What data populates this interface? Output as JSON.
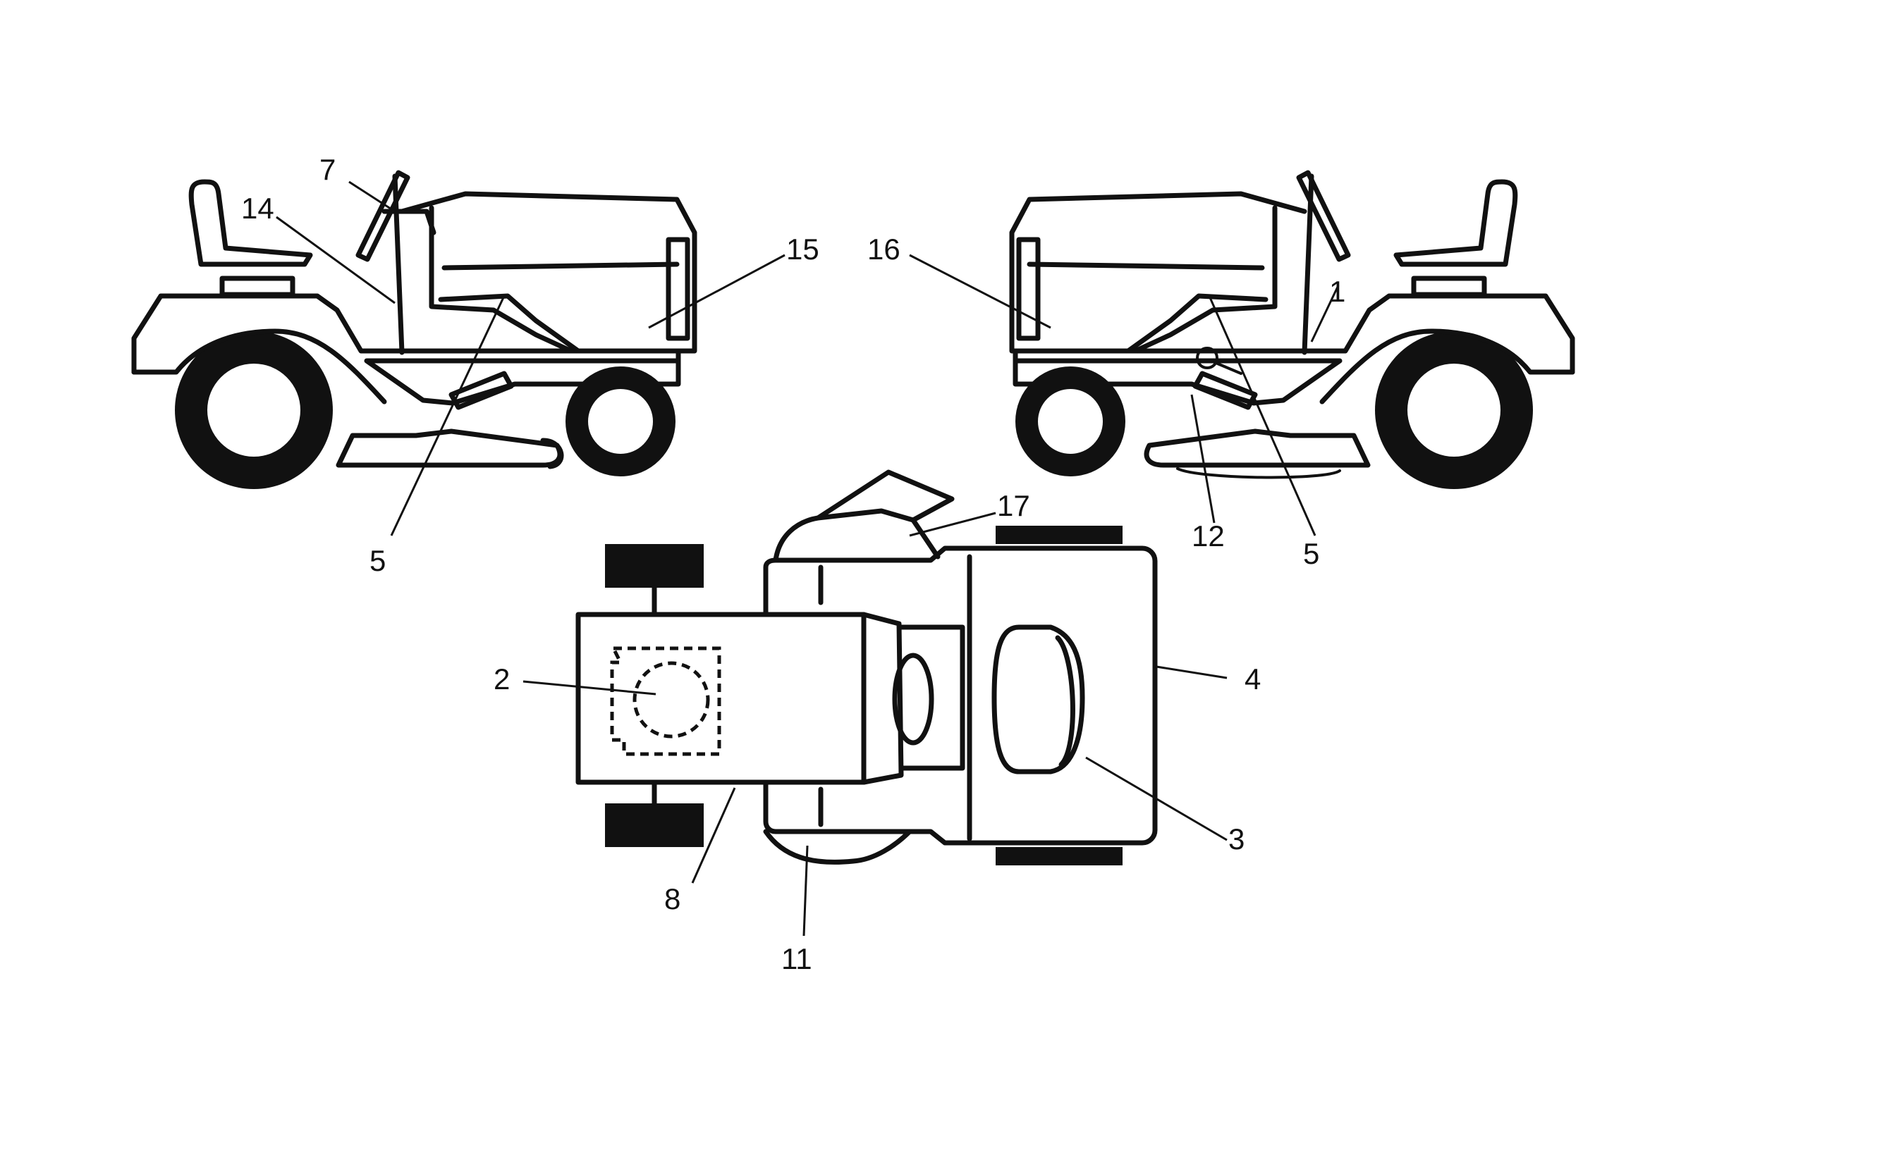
{
  "diagram": {
    "callouts": {
      "c1": "1",
      "c2": "2",
      "c3": "3",
      "c4": "4",
      "c5_left": "5",
      "c5_right": "5",
      "c7": "7",
      "c8": "8",
      "c11": "11",
      "c12": "12",
      "c14": "14",
      "c15": "15",
      "c16": "16",
      "c17": "17"
    }
  }
}
